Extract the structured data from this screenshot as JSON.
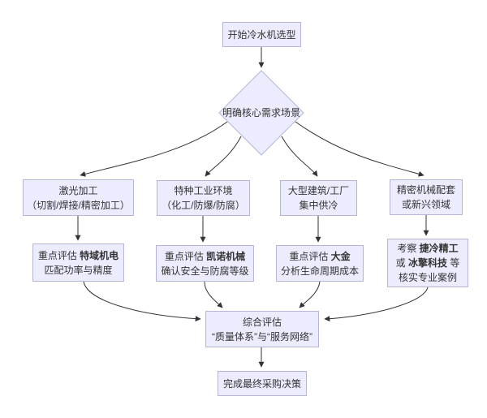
{
  "colors": {
    "node_fill": "#ECECFF",
    "node_border": "#B6B5D9",
    "edge": "#333333",
    "text": "#333333",
    "background": "#FFFFFF"
  },
  "nodes": {
    "start": {
      "label": "开始冷水机选型"
    },
    "decision": {
      "label": "明确核心需求场景"
    },
    "branch_laser": {
      "line1": "激光加工",
      "line2": "（切割/焊接/精密加工）"
    },
    "branch_industrial": {
      "line1": "特种工业环境",
      "line2": "（化工/防爆/防腐）"
    },
    "branch_building": {
      "line1": "大型建筑/工厂",
      "line2": "集中供冷"
    },
    "branch_precision": {
      "line1": "精密机械配套",
      "line2": "或新兴领域"
    },
    "eval_teyu": {
      "prefix": "重点评估 ",
      "brand": "特域机电",
      "line2": "匹配功率与精度"
    },
    "eval_kainuo": {
      "prefix": "重点评估 ",
      "brand": "凯诺机械",
      "line2": "确认安全与防腐等级"
    },
    "eval_daikin": {
      "prefix": "重点评估 ",
      "brand": "大金",
      "line2": "分析生命周期成本"
    },
    "eval_inspect": {
      "prefix": "考察 ",
      "brand1": "捷冷精工",
      "mid": "或 ",
      "brand2": "冰擎科技",
      "suffix": " 等",
      "line3": "核实专业案例"
    },
    "comprehensive": {
      "line1": "综合评估",
      "line2": "“质量体系”与“服务网络”"
    },
    "final": {
      "label": "完成最终采购决策"
    }
  }
}
